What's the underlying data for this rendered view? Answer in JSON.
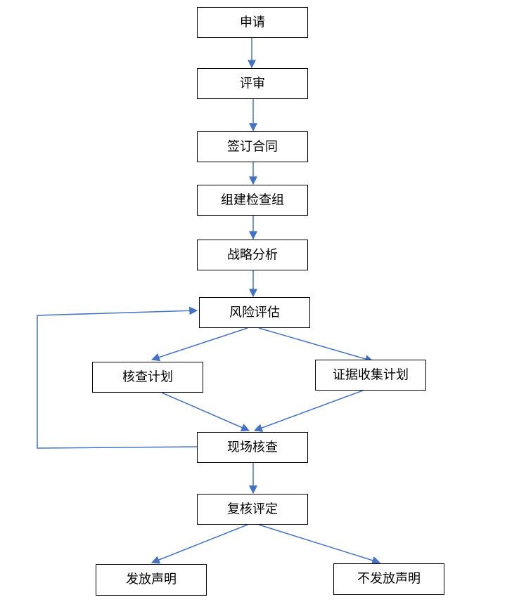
{
  "flowchart": {
    "nodes": {
      "apply": "申请",
      "review": "评审",
      "sign_contract": "签订合同",
      "form_team": "组建检查组",
      "strategy": "战略分析",
      "risk_assessment": "风险评估",
      "check_plan": "核查计划",
      "evidence_plan": "证据收集计划",
      "site_check": "现场核查",
      "re_evaluation": "复核评定",
      "issue_statement": "发放声明",
      "no_statement": "不发放声明"
    },
    "colors": {
      "arrow": "#4472c4",
      "box_border": "#000000",
      "box_fill": "#ffffff"
    }
  }
}
